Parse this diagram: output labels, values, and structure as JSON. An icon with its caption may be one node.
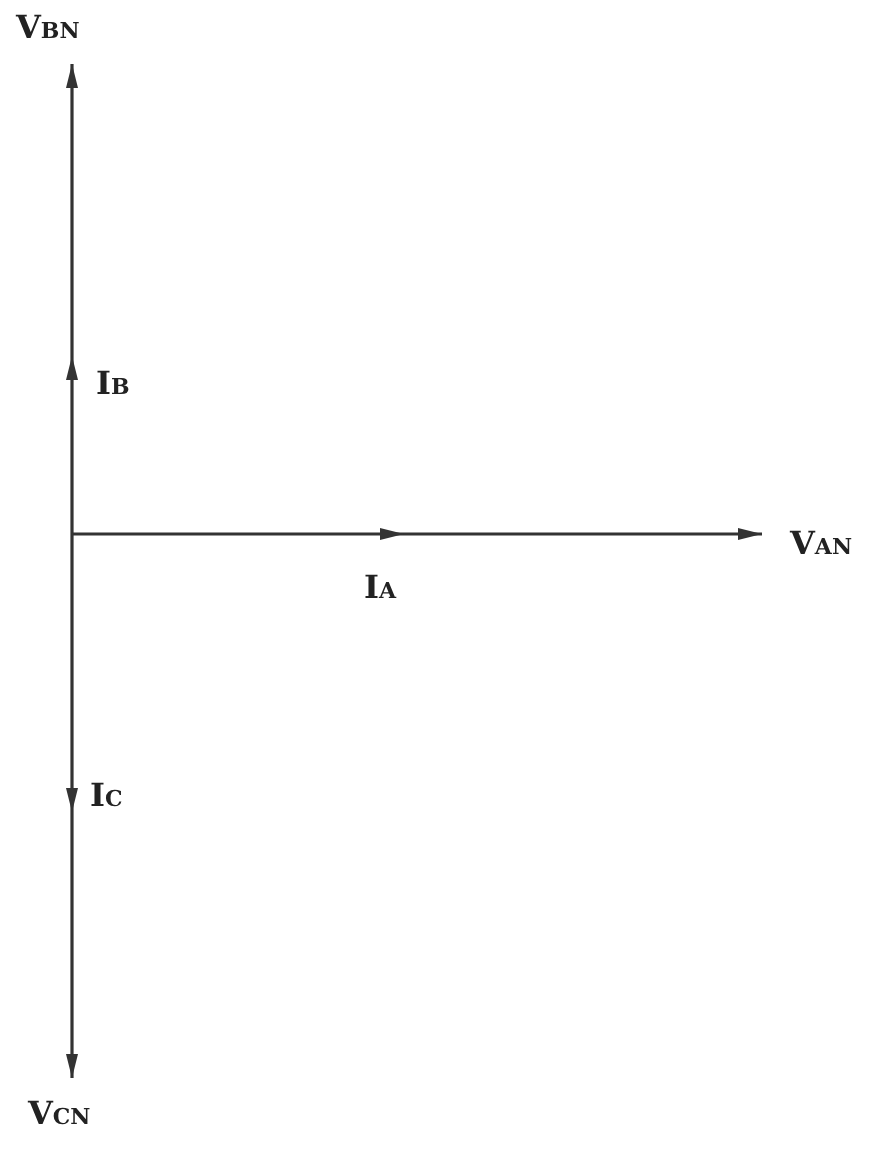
{
  "diagram": {
    "nodes": [
      {
        "text": [
          "V$_{BN}$"
        ]
      },
      {
        "text": [
          "V$_{AN}$"
        ]
      },
      {
        "text": [
          "V$_{CN}$"
        ]
      }
    ],
    "edges": [
      {
        "from": null,
        "to": 0,
        "arrow": "to",
        "label": "I$_{B}$"
      },
      {
        "from": null,
        "to": 1,
        "arrow": "to",
        "label": "I$_{A}$"
      },
      {
        "from": null,
        "to": 2,
        "arrow": "to",
        "label": "I$_{C}$"
      }
    ]
  }
}
